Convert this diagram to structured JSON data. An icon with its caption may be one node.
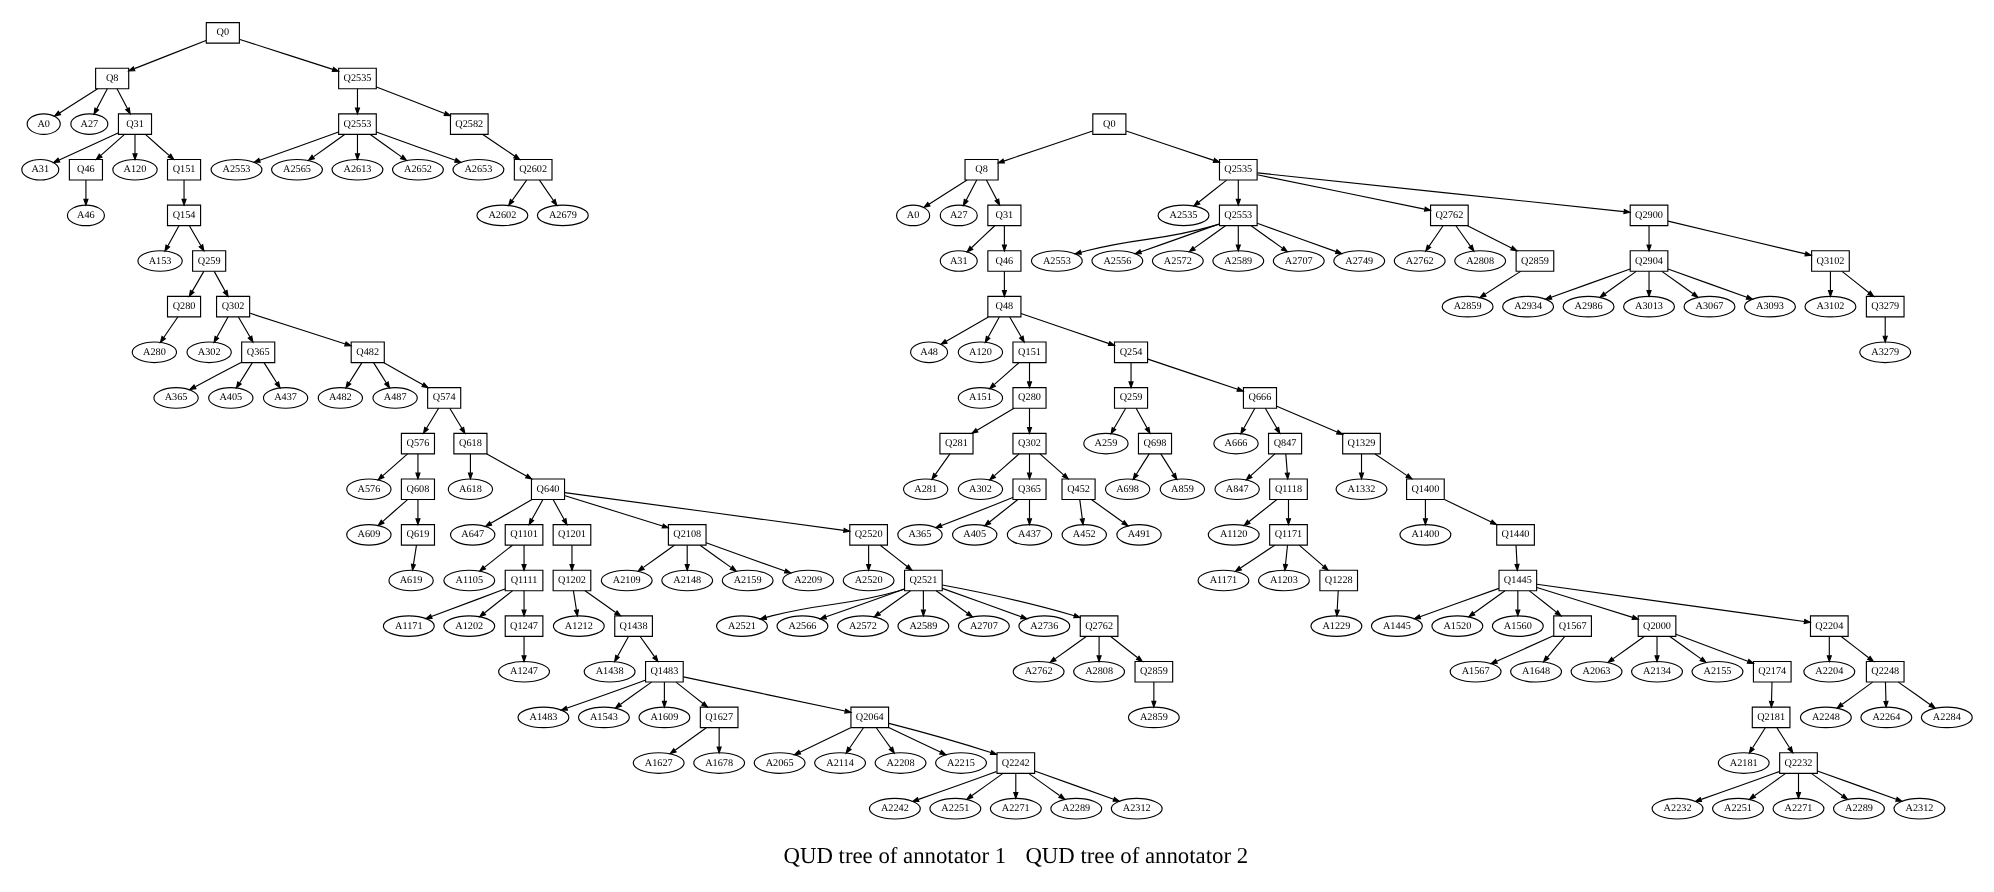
{
  "diagram": {
    "nodes": [
      {
        "text": [
          "Q0"
        ]
      },
      {
        "text": [
          "Q8"
        ]
      },
      {
        "text": [
          "A0"
        ]
      },
      {
        "text": [
          "A27"
        ]
      },
      {
        "text": [
          "Q31"
        ]
      },
      {
        "text": [
          "A31"
        ]
      },
      {
        "text": [
          "Q46"
        ]
      },
      {
        "text": [
          "A46"
        ]
      },
      {
        "text": [
          "A120"
        ]
      },
      {
        "text": [
          "Q151"
        ]
      },
      {
        "text": [
          "Q154"
        ]
      },
      {
        "text": [
          "A153"
        ]
      },
      {
        "text": [
          "Q259"
        ]
      },
      {
        "text": [
          "Q280"
        ]
      },
      {
        "text": [
          "A280"
        ]
      },
      {
        "text": [
          "Q302"
        ]
      },
      {
        "text": [
          "A302"
        ]
      },
      {
        "text": [
          "Q365"
        ]
      },
      {
        "text": [
          "A365"
        ]
      },
      {
        "text": [
          "A405"
        ]
      },
      {
        "text": [
          "A437"
        ]
      },
      {
        "text": [
          "Q482"
        ]
      },
      {
        "text": [
          "A482"
        ]
      },
      {
        "text": [
          "A487"
        ]
      },
      {
        "text": [
          "Q574"
        ]
      },
      {
        "text": [
          "Q576"
        ]
      },
      {
        "text": [
          "A576"
        ]
      },
      {
        "text": [
          "Q608"
        ]
      },
      {
        "text": [
          "A609"
        ]
      },
      {
        "text": [
          "Q619"
        ]
      },
      {
        "text": [
          "A619"
        ]
      },
      {
        "text": [
          "Q618"
        ]
      },
      {
        "text": [
          "A618"
        ]
      },
      {
        "text": [
          "Q640"
        ]
      },
      {
        "text": [
          "A647"
        ]
      },
      {
        "text": [
          "Q1101"
        ]
      },
      {
        "text": [
          "A1105"
        ]
      },
      {
        "text": [
          "Q1111"
        ]
      },
      {
        "text": [
          "A1171"
        ]
      },
      {
        "text": [
          "A1202"
        ]
      },
      {
        "text": [
          "Q1247"
        ]
      },
      {
        "text": [
          "A1247"
        ]
      },
      {
        "text": [
          "Q1201"
        ]
      },
      {
        "text": [
          "Q1202"
        ]
      },
      {
        "text": [
          "A1212"
        ]
      },
      {
        "text": [
          "Q1438"
        ]
      },
      {
        "text": [
          "A1438"
        ]
      },
      {
        "text": [
          "Q1483"
        ]
      },
      {
        "text": [
          "A1483"
        ]
      },
      {
        "text": [
          "A1543"
        ]
      },
      {
        "text": [
          "A1609"
        ]
      },
      {
        "text": [
          "Q1627"
        ]
      },
      {
        "text": [
          "A1627"
        ]
      },
      {
        "text": [
          "A1678"
        ]
      },
      {
        "text": [
          "Q2064"
        ]
      },
      {
        "text": [
          "A2065"
        ]
      },
      {
        "text": [
          "A2114"
        ]
      },
      {
        "text": [
          "A2208"
        ]
      },
      {
        "text": [
          "A2215"
        ]
      },
      {
        "text": [
          "Q2242"
        ]
      },
      {
        "text": [
          "A2242"
        ]
      },
      {
        "text": [
          "A2251"
        ]
      },
      {
        "text": [
          "A2271"
        ]
      },
      {
        "text": [
          "A2289"
        ]
      },
      {
        "text": [
          "A2312"
        ]
      },
      {
        "text": [
          "Q2108"
        ]
      },
      {
        "text": [
          "A2109"
        ]
      },
      {
        "text": [
          "A2148"
        ]
      },
      {
        "text": [
          "A2159"
        ]
      },
      {
        "text": [
          "A2209"
        ]
      },
      {
        "text": [
          "Q2520"
        ]
      },
      {
        "text": [
          "A2520"
        ]
      },
      {
        "text": [
          "Q2521"
        ]
      },
      {
        "text": [
          "A2521"
        ]
      },
      {
        "text": [
          "A2566"
        ]
      },
      {
        "text": [
          "A2572"
        ]
      },
      {
        "text": [
          "A2589"
        ]
      },
      {
        "text": [
          "A2707"
        ]
      },
      {
        "text": [
          "A2736"
        ]
      },
      {
        "text": [
          "Q2762"
        ]
      },
      {
        "text": [
          "A2762"
        ]
      },
      {
        "text": [
          "A2808"
        ]
      },
      {
        "text": [
          "Q2859"
        ]
      },
      {
        "text": [
          "A2859"
        ]
      },
      {
        "text": [
          "Q2535"
        ]
      },
      {
        "text": [
          "Q2553"
        ]
      },
      {
        "text": [
          "A2553"
        ]
      },
      {
        "text": [
          "A2565"
        ]
      },
      {
        "text": [
          "A2613"
        ]
      },
      {
        "text": [
          "A2652"
        ]
      },
      {
        "text": [
          "A2653"
        ]
      },
      {
        "text": [
          "Q2582"
        ]
      },
      {
        "text": [
          "Q2602"
        ]
      },
      {
        "text": [
          "A2602"
        ]
      },
      {
        "text": [
          "A2679"
        ]
      },
      {
        "text": [
          "Q0"
        ]
      },
      {
        "text": [
          "Q8"
        ]
      },
      {
        "text": [
          "A0"
        ]
      },
      {
        "text": [
          "A27"
        ]
      },
      {
        "text": [
          "Q31"
        ]
      },
      {
        "text": [
          "A31"
        ]
      },
      {
        "text": [
          "Q46"
        ]
      },
      {
        "text": [
          "Q48"
        ]
      },
      {
        "text": [
          "A48"
        ]
      },
      {
        "text": [
          "A120"
        ]
      },
      {
        "text": [
          "Q151"
        ]
      },
      {
        "text": [
          "A151"
        ]
      },
      {
        "text": [
          "Q280"
        ]
      },
      {
        "text": [
          "Q281"
        ]
      },
      {
        "text": [
          "A281"
        ]
      },
      {
        "text": [
          "Q302"
        ]
      },
      {
        "text": [
          "A302"
        ]
      },
      {
        "text": [
          "Q365"
        ]
      },
      {
        "text": [
          "A365"
        ]
      },
      {
        "text": [
          "A405"
        ]
      },
      {
        "text": [
          "A437"
        ]
      },
      {
        "text": [
          "Q452"
        ]
      },
      {
        "text": [
          "A452"
        ]
      },
      {
        "text": [
          "A491"
        ]
      },
      {
        "text": [
          "Q254"
        ]
      },
      {
        "text": [
          "Q259"
        ]
      },
      {
        "text": [
          "A259"
        ]
      },
      {
        "text": [
          "Q698"
        ]
      },
      {
        "text": [
          "A698"
        ]
      },
      {
        "text": [
          "A859"
        ]
      },
      {
        "text": [
          "Q666"
        ]
      },
      {
        "text": [
          "A666"
        ]
      },
      {
        "text": [
          "Q847"
        ]
      },
      {
        "text": [
          "A847"
        ]
      },
      {
        "text": [
          "Q1118"
        ]
      },
      {
        "text": [
          "A1120"
        ]
      },
      {
        "text": [
          "Q1171"
        ]
      },
      {
        "text": [
          "A1171"
        ]
      },
      {
        "text": [
          "A1203"
        ]
      },
      {
        "text": [
          "Q1228"
        ]
      },
      {
        "text": [
          "A1229"
        ]
      },
      {
        "text": [
          "Q1329"
        ]
      },
      {
        "text": [
          "A1332"
        ]
      },
      {
        "text": [
          "Q1400"
        ]
      },
      {
        "text": [
          "A1400"
        ]
      },
      {
        "text": [
          "Q1440"
        ]
      },
      {
        "text": [
          "Q1445"
        ]
      },
      {
        "text": [
          "A1445"
        ]
      },
      {
        "text": [
          "A1520"
        ]
      },
      {
        "text": [
          "A1560"
        ]
      },
      {
        "text": [
          "Q1567"
        ]
      },
      {
        "text": [
          "A1567"
        ]
      },
      {
        "text": [
          "A1648"
        ]
      },
      {
        "text": [
          "Q2000"
        ]
      },
      {
        "text": [
          "A2063"
        ]
      },
      {
        "text": [
          "A2134"
        ]
      },
      {
        "text": [
          "A2155"
        ]
      },
      {
        "text": [
          "Q2174"
        ]
      },
      {
        "text": [
          "Q2181"
        ]
      },
      {
        "text": [
          "A2181"
        ]
      },
      {
        "text": [
          "Q2232"
        ]
      },
      {
        "text": [
          "A2232"
        ]
      },
      {
        "text": [
          "A2251"
        ]
      },
      {
        "text": [
          "A2271"
        ]
      },
      {
        "text": [
          "A2289"
        ]
      },
      {
        "text": [
          "A2312"
        ]
      },
      {
        "text": [
          "Q2204"
        ]
      },
      {
        "text": [
          "A2204"
        ]
      },
      {
        "text": [
          "Q2248"
        ]
      },
      {
        "text": [
          "A2248"
        ]
      },
      {
        "text": [
          "A2264"
        ]
      },
      {
        "text": [
          "A2284"
        ]
      },
      {
        "text": [
          "Q2535"
        ]
      },
      {
        "text": [
          "A2535"
        ]
      },
      {
        "text": [
          "Q2553"
        ]
      },
      {
        "text": [
          "A2553"
        ]
      },
      {
        "text": [
          "A2556"
        ]
      },
      {
        "text": [
          "A2572"
        ]
      },
      {
        "text": [
          "A2589"
        ]
      },
      {
        "text": [
          "A2707"
        ]
      },
      {
        "text": [
          "A2749"
        ]
      },
      {
        "text": [
          "Q2762"
        ]
      },
      {
        "text": [
          "A2762"
        ]
      },
      {
        "text": [
          "A2808"
        ]
      },
      {
        "text": [
          "Q2859"
        ]
      },
      {
        "text": [
          "A2859"
        ]
      },
      {
        "text": [
          "Q2900"
        ]
      },
      {
        "text": [
          "Q2904"
        ]
      },
      {
        "text": [
          "A2934"
        ]
      },
      {
        "text": [
          "A2986"
        ]
      },
      {
        "text": [
          "A3013"
        ]
      },
      {
        "text": [
          "A3067"
        ]
      },
      {
        "text": [
          "A3093"
        ]
      },
      {
        "text": [
          "Q3102"
        ]
      },
      {
        "text": [
          "A3102"
        ]
      },
      {
        "text": [
          "Q3279"
        ]
      },
      {
        "text": [
          "A3279"
        ]
      }
    ],
    "edges": [
      {
        "from": 0,
        "to": 1,
        "arrow": "to"
      },
      {
        "from": 0,
        "to": 84,
        "arrow": "to"
      },
      {
        "from": 1,
        "to": 2,
        "arrow": "to"
      },
      {
        "from": 1,
        "to": 3,
        "arrow": "to"
      },
      {
        "from": 1,
        "to": 4,
        "arrow": "to"
      },
      {
        "from": 4,
        "to": 5,
        "arrow": "to"
      },
      {
        "from": 4,
        "to": 6,
        "arrow": "to"
      },
      {
        "from": 4,
        "to": 8,
        "arrow": "to"
      },
      {
        "from": 4,
        "to": 9,
        "arrow": "to"
      },
      {
        "from": 6,
        "to": 7,
        "arrow": "to"
      },
      {
        "from": 9,
        "to": 10,
        "arrow": "to"
      },
      {
        "from": 10,
        "to": 11,
        "arrow": "to"
      },
      {
        "from": 10,
        "to": 12,
        "arrow": "to"
      },
      {
        "from": 12,
        "to": 13,
        "arrow": "to"
      },
      {
        "from": 12,
        "to": 15,
        "arrow": "to"
      },
      {
        "from": 13,
        "to": 14,
        "arrow": "to"
      },
      {
        "from": 15,
        "to": 16,
        "arrow": "to"
      },
      {
        "from": 15,
        "to": 17,
        "arrow": "to"
      },
      {
        "from": 15,
        "to": 21,
        "arrow": "to"
      },
      {
        "from": 17,
        "to": 18,
        "arrow": "to"
      },
      {
        "from": 17,
        "to": 19,
        "arrow": "to"
      },
      {
        "from": 17,
        "to": 20,
        "arrow": "to"
      },
      {
        "from": 21,
        "to": 22,
        "arrow": "to"
      },
      {
        "from": 21,
        "to": 23,
        "arrow": "to"
      },
      {
        "from": 21,
        "to": 24,
        "arrow": "to"
      },
      {
        "from": 24,
        "to": 25,
        "arrow": "to"
      },
      {
        "from": 24,
        "to": 31,
        "arrow": "to"
      },
      {
        "from": 25,
        "to": 26,
        "arrow": "to"
      },
      {
        "from": 25,
        "to": 27,
        "arrow": "to"
      },
      {
        "from": 27,
        "to": 28,
        "arrow": "to"
      },
      {
        "from": 27,
        "to": 29,
        "arrow": "to"
      },
      {
        "from": 29,
        "to": 30,
        "arrow": "to"
      },
      {
        "from": 31,
        "to": 32,
        "arrow": "to"
      },
      {
        "from": 31,
        "to": 33,
        "arrow": "to"
      },
      {
        "from": 33,
        "to": 34,
        "arrow": "to"
      },
      {
        "from": 33,
        "to": 35,
        "arrow": "to"
      },
      {
        "from": 33,
        "to": 42,
        "arrow": "to"
      },
      {
        "from": 33,
        "to": 65,
        "arrow": "to"
      },
      {
        "from": 33,
        "to": 70,
        "arrow": "to"
      },
      {
        "from": 35,
        "to": 36,
        "arrow": "to"
      },
      {
        "from": 35,
        "to": 37,
        "arrow": "to"
      },
      {
        "from": 37,
        "to": 38,
        "arrow": "to"
      },
      {
        "from": 37,
        "to": 39,
        "arrow": "to"
      },
      {
        "from": 37,
        "to": 40,
        "arrow": "to"
      },
      {
        "from": 40,
        "to": 41,
        "arrow": "to"
      },
      {
        "from": 42,
        "to": 43,
        "arrow": "to"
      },
      {
        "from": 43,
        "to": 44,
        "arrow": "to"
      },
      {
        "from": 43,
        "to": 45,
        "arrow": "to"
      },
      {
        "from": 45,
        "to": 46,
        "arrow": "to"
      },
      {
        "from": 45,
        "to": 47,
        "arrow": "to"
      },
      {
        "from": 47,
        "to": 48,
        "arrow": "to"
      },
      {
        "from": 47,
        "to": 49,
        "arrow": "to"
      },
      {
        "from": 47,
        "to": 50,
        "arrow": "to"
      },
      {
        "from": 47,
        "to": 51,
        "arrow": "to"
      },
      {
        "from": 47,
        "to": 54,
        "arrow": "to"
      },
      {
        "from": 51,
        "to": 52,
        "arrow": "to"
      },
      {
        "from": 51,
        "to": 53,
        "arrow": "to"
      },
      {
        "from": 54,
        "to": 55,
        "arrow": "to"
      },
      {
        "from": 54,
        "to": 56,
        "arrow": "to"
      },
      {
        "from": 54,
        "to": 57,
        "arrow": "to"
      },
      {
        "from": 54,
        "to": 58,
        "arrow": "to"
      },
      {
        "from": 54,
        "to": 59,
        "arrow": "to"
      },
      {
        "from": 59,
        "to": 60,
        "arrow": "to"
      },
      {
        "from": 59,
        "to": 61,
        "arrow": "to"
      },
      {
        "from": 59,
        "to": 62,
        "arrow": "to"
      },
      {
        "from": 59,
        "to": 63,
        "arrow": "to"
      },
      {
        "from": 59,
        "to": 64,
        "arrow": "to"
      },
      {
        "from": 65,
        "to": 66,
        "arrow": "to"
      },
      {
        "from": 65,
        "to": 67,
        "arrow": "to"
      },
      {
        "from": 65,
        "to": 68,
        "arrow": "to"
      },
      {
        "from": 65,
        "to": 69,
        "arrow": "to"
      },
      {
        "from": 70,
        "to": 71,
        "arrow": "to"
      },
      {
        "from": 70,
        "to": 72,
        "arrow": "to"
      },
      {
        "from": 72,
        "to": 73,
        "arrow": "to"
      },
      {
        "from": 72,
        "to": 74,
        "arrow": "to"
      },
      {
        "from": 72,
        "to": 75,
        "arrow": "to"
      },
      {
        "from": 72,
        "to": 76,
        "arrow": "to"
      },
      {
        "from": 72,
        "to": 77,
        "arrow": "to"
      },
      {
        "from": 72,
        "to": 78,
        "arrow": "to"
      },
      {
        "from": 72,
        "to": 79,
        "arrow": "to"
      },
      {
        "from": 79,
        "to": 80,
        "arrow": "to"
      },
      {
        "from": 79,
        "to": 81,
        "arrow": "to"
      },
      {
        "from": 79,
        "to": 82,
        "arrow": "to"
      },
      {
        "from": 82,
        "to": 83,
        "arrow": "to"
      },
      {
        "from": 84,
        "to": 85,
        "arrow": "to"
      },
      {
        "from": 84,
        "to": 91,
        "arrow": "to"
      },
      {
        "from": 85,
        "to": 86,
        "arrow": "to"
      },
      {
        "from": 85,
        "to": 87,
        "arrow": "to"
      },
      {
        "from": 85,
        "to": 88,
        "arrow": "to"
      },
      {
        "from": 85,
        "to": 89,
        "arrow": "to"
      },
      {
        "from": 85,
        "to": 90,
        "arrow": "to"
      },
      {
        "from": 91,
        "to": 92,
        "arrow": "to"
      },
      {
        "from": 92,
        "to": 93,
        "arrow": "to"
      },
      {
        "from": 92,
        "to": 94,
        "arrow": "to"
      },
      {
        "from": 95,
        "to": 96,
        "arrow": "to"
      },
      {
        "from": 95,
        "to": 167,
        "arrow": "to"
      },
      {
        "from": 96,
        "to": 97,
        "arrow": "to"
      },
      {
        "from": 96,
        "to": 98,
        "arrow": "to"
      },
      {
        "from": 96,
        "to": 99,
        "arrow": "to"
      },
      {
        "from": 99,
        "to": 100,
        "arrow": "to"
      },
      {
        "from": 99,
        "to": 101,
        "arrow": "to"
      },
      {
        "from": 101,
        "to": 102,
        "arrow": "to"
      },
      {
        "from": 102,
        "to": 103,
        "arrow": "to"
      },
      {
        "from": 102,
        "to": 104,
        "arrow": "to"
      },
      {
        "from": 102,
        "to": 105,
        "arrow": "to"
      },
      {
        "from": 102,
        "to": 119,
        "arrow": "to"
      },
      {
        "from": 105,
        "to": 106,
        "arrow": "to"
      },
      {
        "from": 105,
        "to": 107,
        "arrow": "to"
      },
      {
        "from": 107,
        "to": 108,
        "arrow": "to"
      },
      {
        "from": 107,
        "to": 110,
        "arrow": "to"
      },
      {
        "from": 108,
        "to": 109,
        "arrow": "to"
      },
      {
        "from": 110,
        "to": 111,
        "arrow": "to"
      },
      {
        "from": 110,
        "to": 112,
        "arrow": "to"
      },
      {
        "from": 110,
        "to": 116,
        "arrow": "to"
      },
      {
        "from": 112,
        "to": 113,
        "arrow": "to"
      },
      {
        "from": 112,
        "to": 114,
        "arrow": "to"
      },
      {
        "from": 112,
        "to": 115,
        "arrow": "to"
      },
      {
        "from": 116,
        "to": 117,
        "arrow": "to"
      },
      {
        "from": 116,
        "to": 118,
        "arrow": "to"
      },
      {
        "from": 119,
        "to": 120,
        "arrow": "to"
      },
      {
        "from": 119,
        "to": 125,
        "arrow": "to"
      },
      {
        "from": 120,
        "to": 121,
        "arrow": "to"
      },
      {
        "from": 120,
        "to": 122,
        "arrow": "to"
      },
      {
        "from": 122,
        "to": 123,
        "arrow": "to"
      },
      {
        "from": 122,
        "to": 124,
        "arrow": "to"
      },
      {
        "from": 125,
        "to": 126,
        "arrow": "to"
      },
      {
        "from": 125,
        "to": 127,
        "arrow": "to"
      },
      {
        "from": 125,
        "to": 136,
        "arrow": "to"
      },
      {
        "from": 127,
        "to": 128,
        "arrow": "to"
      },
      {
        "from": 127,
        "to": 129,
        "arrow": "to"
      },
      {
        "from": 129,
        "to": 130,
        "arrow": "to"
      },
      {
        "from": 129,
        "to": 131,
        "arrow": "to"
      },
      {
        "from": 131,
        "to": 132,
        "arrow": "to"
      },
      {
        "from": 131,
        "to": 133,
        "arrow": "to"
      },
      {
        "from": 131,
        "to": 134,
        "arrow": "to"
      },
      {
        "from": 134,
        "to": 135,
        "arrow": "to"
      },
      {
        "from": 136,
        "to": 137,
        "arrow": "to"
      },
      {
        "from": 136,
        "to": 138,
        "arrow": "to"
      },
      {
        "from": 138,
        "to": 139,
        "arrow": "to"
      },
      {
        "from": 138,
        "to": 140,
        "arrow": "to"
      },
      {
        "from": 140,
        "to": 141,
        "arrow": "to"
      },
      {
        "from": 141,
        "to": 142,
        "arrow": "to"
      },
      {
        "from": 141,
        "to": 143,
        "arrow": "to"
      },
      {
        "from": 141,
        "to": 144,
        "arrow": "to"
      },
      {
        "from": 141,
        "to": 145,
        "arrow": "to"
      },
      {
        "from": 141,
        "to": 148,
        "arrow": "to"
      },
      {
        "from": 141,
        "to": 161,
        "arrow": "to"
      },
      {
        "from": 145,
        "to": 146,
        "arrow": "to"
      },
      {
        "from": 145,
        "to": 147,
        "arrow": "to"
      },
      {
        "from": 148,
        "to": 149,
        "arrow": "to"
      },
      {
        "from": 148,
        "to": 150,
        "arrow": "to"
      },
      {
        "from": 148,
        "to": 151,
        "arrow": "to"
      },
      {
        "from": 148,
        "to": 152,
        "arrow": "to"
      },
      {
        "from": 152,
        "to": 153,
        "arrow": "to"
      },
      {
        "from": 153,
        "to": 154,
        "arrow": "to"
      },
      {
        "from": 153,
        "to": 155,
        "arrow": "to"
      },
      {
        "from": 155,
        "to": 156,
        "arrow": "to"
      },
      {
        "from": 155,
        "to": 157,
        "arrow": "to"
      },
      {
        "from": 155,
        "to": 158,
        "arrow": "to"
      },
      {
        "from": 155,
        "to": 159,
        "arrow": "to"
      },
      {
        "from": 155,
        "to": 160,
        "arrow": "to"
      },
      {
        "from": 161,
        "to": 162,
        "arrow": "to"
      },
      {
        "from": 161,
        "to": 163,
        "arrow": "to"
      },
      {
        "from": 163,
        "to": 164,
        "arrow": "to"
      },
      {
        "from": 163,
        "to": 165,
        "arrow": "to"
      },
      {
        "from": 163,
        "to": 166,
        "arrow": "to"
      },
      {
        "from": 167,
        "to": 168,
        "arrow": "to"
      },
      {
        "from": 167,
        "to": 169,
        "arrow": "to"
      },
      {
        "from": 167,
        "to": 176,
        "arrow": "to"
      },
      {
        "from": 167,
        "to": 181,
        "arrow": "to"
      },
      {
        "from": 169,
        "to": 170,
        "arrow": "to"
      },
      {
        "from": 169,
        "to": 171,
        "arrow": "to"
      },
      {
        "from": 169,
        "to": 172,
        "arrow": "to"
      },
      {
        "from": 169,
        "to": 173,
        "arrow": "to"
      },
      {
        "from": 169,
        "to": 174,
        "arrow": "to"
      },
      {
        "from": 169,
        "to": 175,
        "arrow": "to"
      },
      {
        "from": 176,
        "to": 177,
        "arrow": "to"
      },
      {
        "from": 176,
        "to": 178,
        "arrow": "to"
      },
      {
        "from": 176,
        "to": 179,
        "arrow": "to"
      },
      {
        "from": 179,
        "to": 180,
        "arrow": "to"
      },
      {
        "from": 181,
        "to": 182,
        "arrow": "to"
      },
      {
        "from": 181,
        "to": 188,
        "arrow": "to"
      },
      {
        "from": 182,
        "to": 183,
        "arrow": "to"
      },
      {
        "from": 182,
        "to": 184,
        "arrow": "to"
      },
      {
        "from": 182,
        "to": 185,
        "arrow": "to"
      },
      {
        "from": 182,
        "to": 186,
        "arrow": "to"
      },
      {
        "from": 182,
        "to": 187,
        "arrow": "to"
      },
      {
        "from": 188,
        "to": 189,
        "arrow": "to"
      },
      {
        "from": 188,
        "to": 190,
        "arrow": "to"
      },
      {
        "from": 190,
        "to": 191,
        "arrow": "to"
      }
    ],
    "labels": [
      "QUD tree of annotator 1",
      "QUD tree of annotator 2"
    ]
  }
}
